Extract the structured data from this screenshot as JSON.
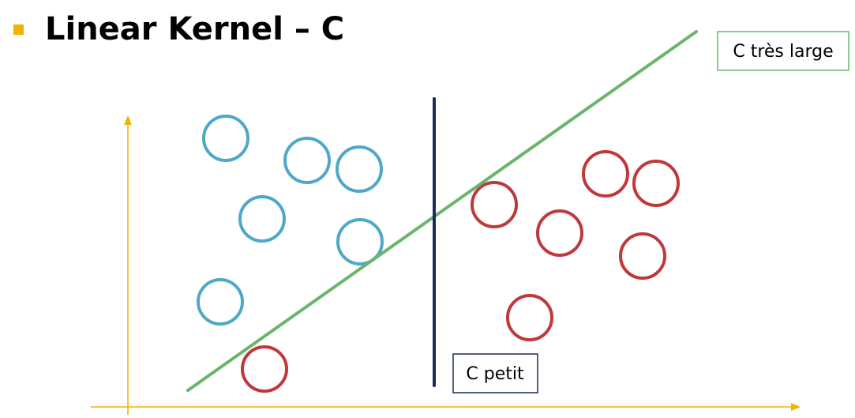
{
  "slide": {
    "title": "Linear Kernel – C",
    "bullet_color": "#F0B400"
  },
  "diagram": {
    "labels": {
      "large_c": "C très large",
      "small_c": "C petit"
    },
    "colors": {
      "axis": "#F0B400",
      "class_a": "#4FA8C8",
      "class_b": "#C0393A",
      "boundary_large_c": "#6AB56C",
      "boundary_small_c": "#1B2A5E",
      "label_box_large_c": "#6AB56C",
      "label_box_small_c": "#1B2A5E"
    }
  }
}
